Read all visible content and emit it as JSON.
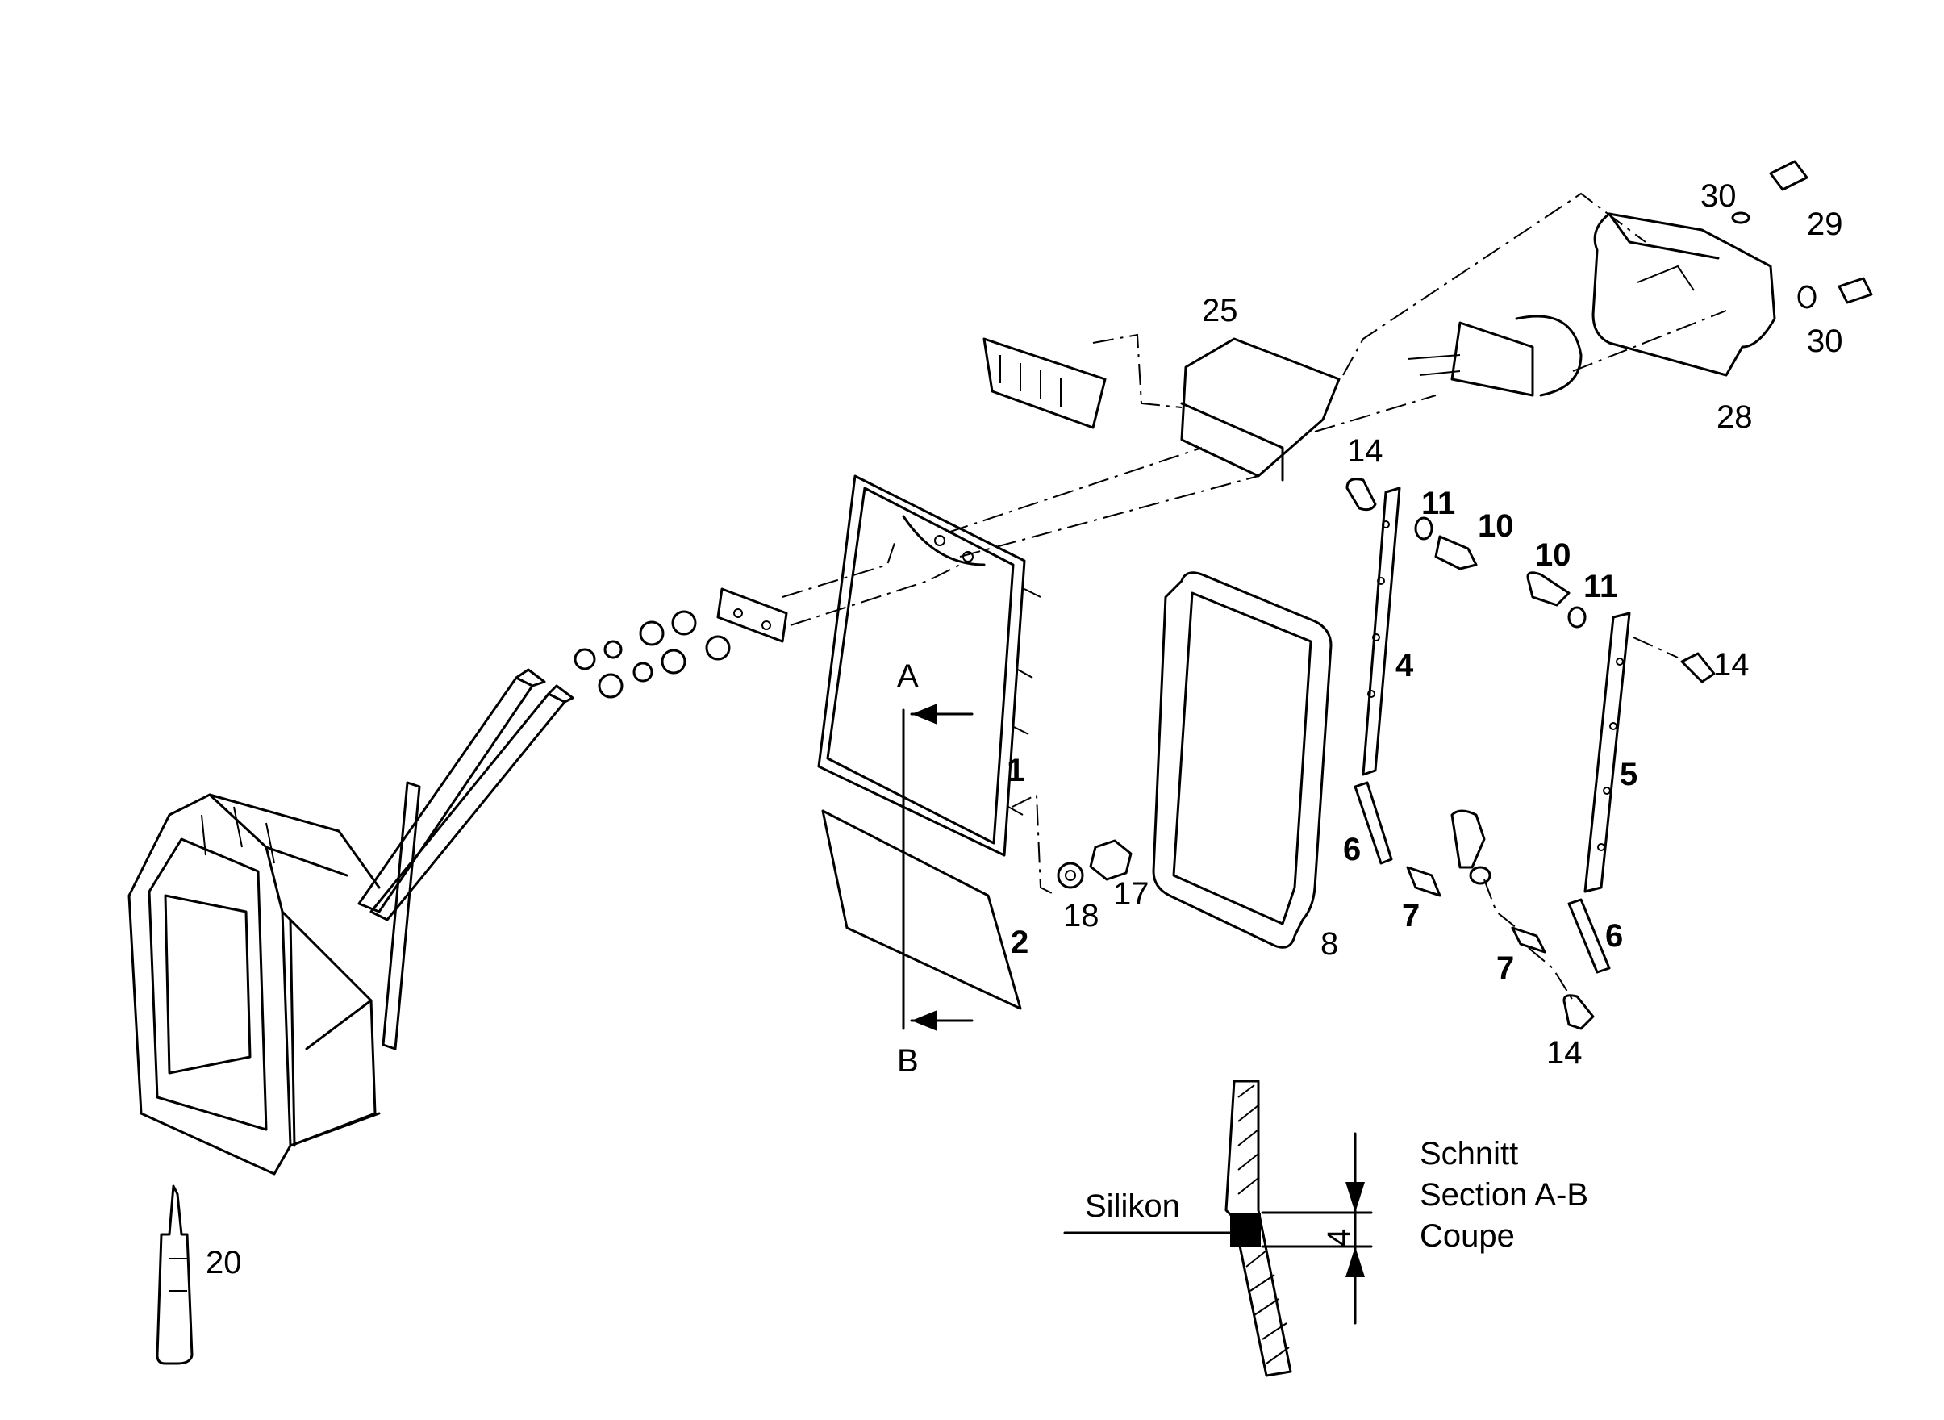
{
  "callouts": {
    "c1": "1",
    "c2": "2",
    "c4": "4",
    "c5": "5",
    "c6a": "6",
    "c6b": "6",
    "c7a": "7",
    "c7b": "7",
    "c8": "8",
    "c10a": "10",
    "c10b": "10",
    "c11a": "11",
    "c11b": "11",
    "c14a": "14",
    "c14b": "14",
    "c14c": "14",
    "c17": "17",
    "c18": "18",
    "c20": "20",
    "c25": "25",
    "c28": "28",
    "c29": "29",
    "c30a": "30",
    "c30b": "30",
    "sectionA": "A",
    "sectionB": "B"
  },
  "section_detail": {
    "silicone_label": "Silikon",
    "dimension": "4",
    "title_de": "Schnitt",
    "title_en": "Section A-B",
    "title_fr": "Coupe"
  }
}
